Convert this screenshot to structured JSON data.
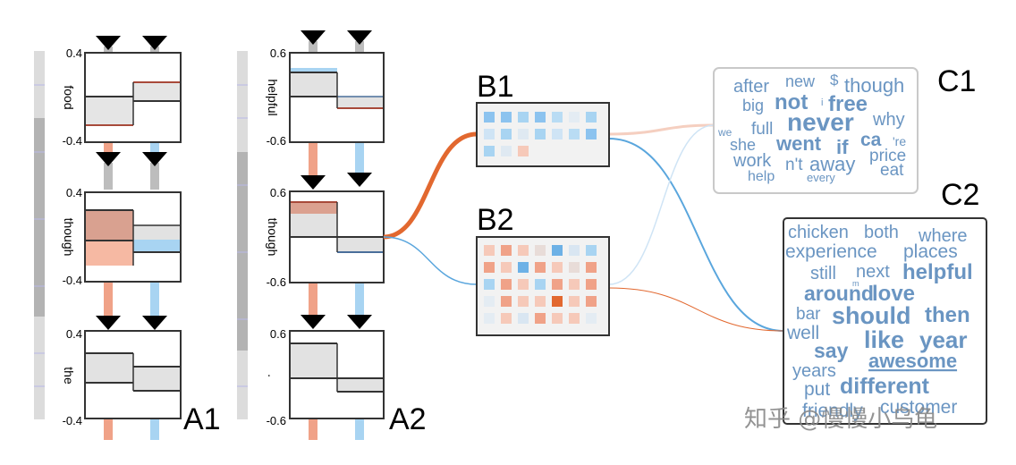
{
  "labels": {
    "a1": "A1",
    "a2": "A2",
    "b1": "B1",
    "b2": "B2",
    "c1": "C1",
    "c2": "C2"
  },
  "a1": {
    "rows": [
      {
        "word": "food",
        "ymax": "0.4",
        "ymin": "-0.4"
      },
      {
        "word": "though",
        "ymax": "0.4",
        "ymin": "-0.4"
      },
      {
        "word": "the",
        "ymax": "0.4",
        "ymin": "-0.4"
      }
    ]
  },
  "a2": {
    "rows": [
      {
        "word": "helpful",
        "ymax": "0.6",
        "ymin": "-0.6"
      },
      {
        "word": "though",
        "ymax": "0.6",
        "ymin": "-0.6"
      },
      {
        "word": ".",
        "ymax": "0.6",
        "ymin": "-0.6"
      }
    ]
  },
  "c1": {
    "words": [
      "after",
      "new",
      "$",
      "though",
      "big",
      "not",
      "i",
      "free",
      "never",
      "why",
      "we",
      "full",
      "she",
      "went",
      "if",
      "ca",
      "'re",
      "work",
      "n't",
      "away",
      "price",
      "help",
      "every",
      "eat"
    ]
  },
  "c2": {
    "words": [
      "chicken",
      "both",
      "where",
      "experience",
      "places",
      "still",
      "next",
      "helpful",
      "m",
      "around",
      "love",
      "bar",
      "should",
      "then",
      "well",
      "like",
      "year",
      "say",
      "awesome",
      "years",
      "put",
      "different",
      "friendly",
      "customer"
    ]
  },
  "watermark": "知乎 @慢慢小乌龟",
  "colors": {
    "orange": "#f0a288",
    "blue": "#a8d4f2",
    "strongOrange": "#e2682f",
    "strongBlue": "#5aa6dd",
    "cloudText": "#6a95c2"
  }
}
